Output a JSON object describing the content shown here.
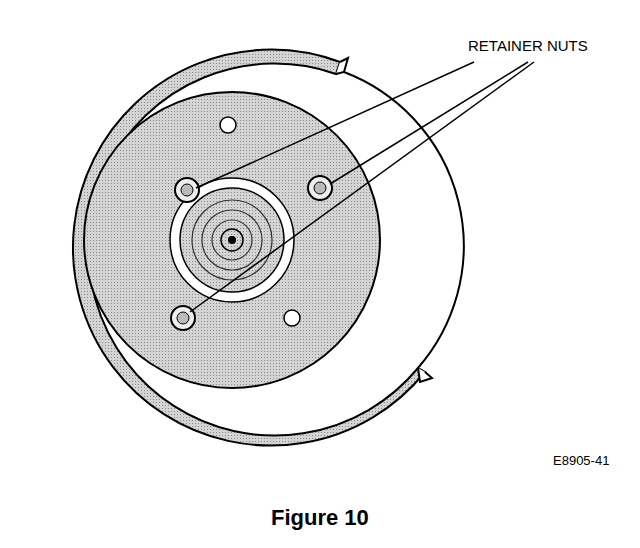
{
  "diagram": {
    "caption": "Figure 10",
    "labels": [
      "RETAINER NUTS",
      "E8905-41"
    ]
  }
}
